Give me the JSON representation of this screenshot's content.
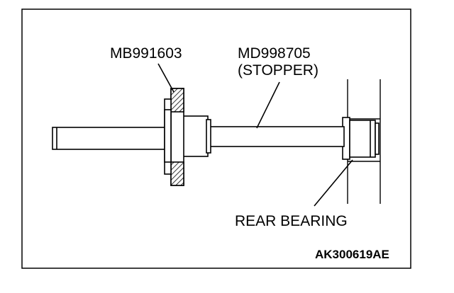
{
  "diagram": {
    "labels": {
      "tool_a": "MB991603",
      "tool_b": "MD998705",
      "tool_b_note": "(STOPPER)",
      "part": "REAR BEARING"
    },
    "figure_code": "AK300619AE"
  },
  "colors": {
    "line": "#000000",
    "background": "#ffffff"
  }
}
